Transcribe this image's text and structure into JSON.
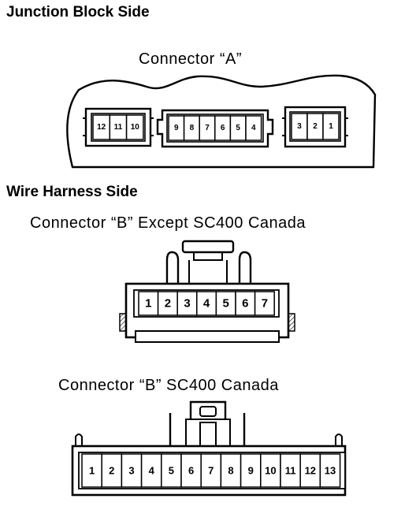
{
  "junction": {
    "heading": "Junction Block Side",
    "connector_a": {
      "caption": "Connector “A”",
      "pins_left": [
        "12",
        "11",
        "10"
      ],
      "pins_middle": [
        "9",
        "8",
        "7",
        "6",
        "5",
        "4"
      ],
      "pins_right": [
        "3",
        "2",
        "1"
      ]
    }
  },
  "harness": {
    "heading": "Wire Harness Side",
    "connector_b_except": {
      "caption": "Connector “B”  Except SC400 Canada",
      "pins": [
        "1",
        "2",
        "3",
        "4",
        "5",
        "6",
        "7"
      ]
    },
    "connector_b_canada": {
      "caption": "Connector “B”  SC400 Canada",
      "pins": [
        "1",
        "2",
        "3",
        "4",
        "5",
        "6",
        "7",
        "8",
        "9",
        "10",
        "11",
        "12",
        "13"
      ]
    }
  }
}
